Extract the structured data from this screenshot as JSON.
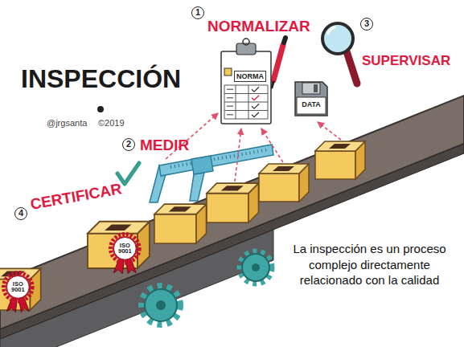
{
  "diagram": {
    "title": "INSPECCIÓN",
    "caption": "La inspección es un proceso complejo directamente relacionado con la calidad",
    "nodes": [
      {
        "text": [
          "NORMA"
        ]
      },
      {
        "text": [
          "DATA"
        ]
      },
      {
        "text": [
          "ISO 9001"
        ]
      },
      {
        "text": [
          "ISO 9001"
        ]
      }
    ],
    "labels": [
      "@jrgsanta",
      "©2019",
      "1",
      "NORMALIZAR",
      "2",
      "MEDIR",
      "3",
      "SUPERVISAR",
      "4",
      "CERTIFICAR"
    ]
  }
}
